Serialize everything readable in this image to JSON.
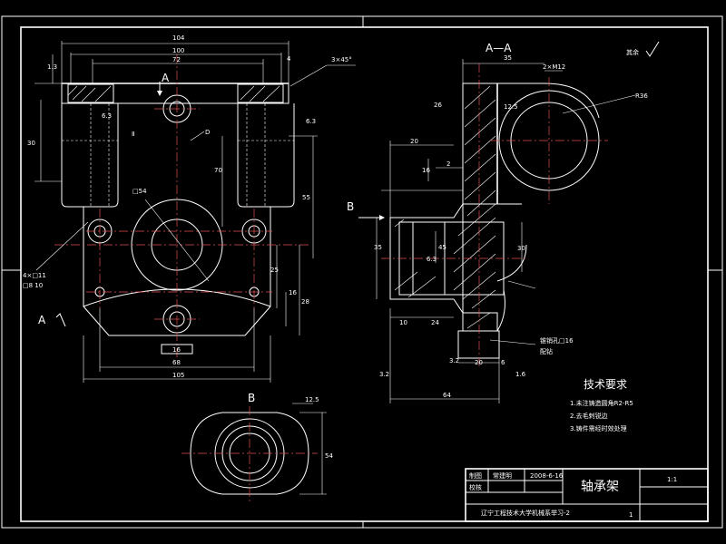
{
  "drawing": {
    "view_labels": {
      "section": "A—A",
      "view_a_top": "A",
      "view_a_left": "A",
      "view_b_top": "B",
      "view_b_left": "B"
    },
    "surface_note": "其余",
    "chamfer_note": "3×45°",
    "dims_front": {
      "overall_width": "104",
      "inner_width": "100",
      "center_width": "72",
      "top_offset": "4",
      "left_small": "1.3",
      "height_top": "30",
      "hole_pitch": "Ⅱ",
      "center_d": "D",
      "boss_dia": "□54",
      "depth_70": "70",
      "right_55": "55",
      "left_25": "25",
      "right_16": "16",
      "right_28": "28",
      "hole_note": "4×□11",
      "hole_note2": "□8 10",
      "bottom_16": "16",
      "bottom_68": "68",
      "bottom_105": "105",
      "ra1": "6.3",
      "ra2": "6.3"
    },
    "dims_section": {
      "top_35": "35",
      "top_m12": "2×M12",
      "r36": "R36",
      "left_26": "26",
      "r20": "20",
      "d2": "2",
      "d16": "16",
      "d35": "35",
      "d30": "30",
      "d45": "45",
      "d10": "10",
      "d24": "24",
      "d20": "20",
      "d6": "6",
      "d64": "64",
      "ra63": "6.3",
      "ra32": "3.2",
      "ra125": "12.5",
      "ra16": "1.6",
      "note_pin": "锥销孔□16",
      "note_pin2": "配钻",
      "left_32": "3.2"
    },
    "dims_b": {
      "ra": "12.5",
      "d54": "54"
    },
    "requirements": {
      "title": "技术要求",
      "items": [
        "1.未注铸造圆角R2-R5",
        "2.去毛刺锐边",
        "3.铸件需经时效处理"
      ]
    },
    "title_block": {
      "part_name": "轴承架",
      "scale": "1:1",
      "row1_label": "制图",
      "row1_name": "常建明",
      "row1_date": "2008-6-16",
      "row2_label": "校核",
      "school": "辽宁工程技术大学机械系举习-2",
      "sheet": "1"
    }
  }
}
